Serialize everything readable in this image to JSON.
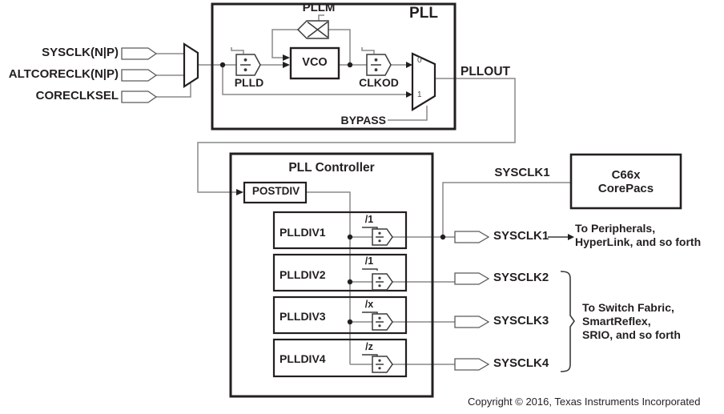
{
  "diagram": {
    "colors": {
      "ink": "#231f20",
      "wire": "#8a8a8a",
      "symbol": "#3a3a3a",
      "background": "#ffffff"
    },
    "inputs": [
      {
        "label": "SYSCLK(N|P)"
      },
      {
        "label": "ALTCORECLK(N|P)"
      },
      {
        "label": "CORECLKSEL"
      }
    ],
    "pll": {
      "title": "PLL",
      "pllm_label": "PLLM",
      "vco_label": "VCO",
      "plld_label": "PLLD",
      "clkod_label": "CLKOD",
      "bypass_label": "BYPASS",
      "mux_in0": "0",
      "mux_in1": "1",
      "pllout_label": "PLLOUT"
    },
    "controller": {
      "title": "PLL Controller",
      "postdiv_label": "POSTDIV",
      "dividers": [
        {
          "name": "PLLDIV1",
          "ratio": "/1",
          "output": "SYSCLK1"
        },
        {
          "name": "PLLDIV2",
          "ratio": "/1",
          "output": "SYSCLK2"
        },
        {
          "name": "PLLDIV3",
          "ratio": "/x",
          "output": "SYSCLK3"
        },
        {
          "name": "PLLDIV4",
          "ratio": "/z",
          "output": "SYSCLK4"
        }
      ]
    },
    "corepac": {
      "clock_label": "SYSCLK1",
      "line1": "C66x",
      "line2": "CorePacs"
    },
    "destinations": {
      "sysclk1": "To Peripherals,\nHyperLink, and so forth",
      "grouped": "To Switch Fabric,\nSmartReflex,\nSRIO, and so forth"
    },
    "copyright": "Copyright © 2016, Texas Instruments Incorporated"
  }
}
